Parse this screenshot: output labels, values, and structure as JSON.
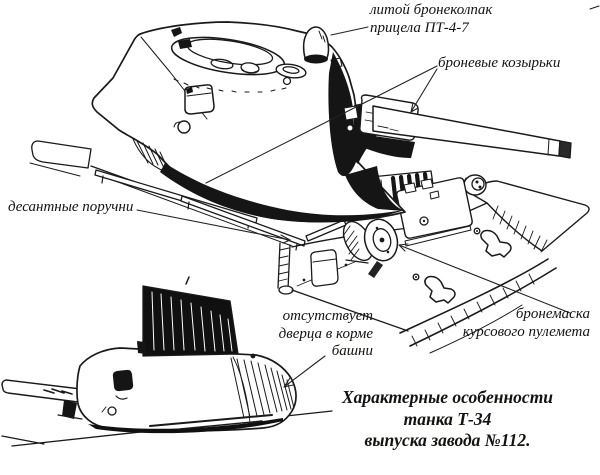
{
  "figure": {
    "background": "#ffffff",
    "ink_color": "#1a1a1a",
    "subject": "T-34 tank factory No.112 features line drawing",
    "labels": {
      "sight_cap": {
        "line1": "литой бронеколпак",
        "line2": "прицела ПТ-4-7"
      },
      "visors": {
        "text": "броневые козырьки"
      },
      "handrails": {
        "text": "десантные поручни"
      },
      "no_rear_door": {
        "line1": "отсутствует",
        "line2": "дверца в корме",
        "line3": "башни"
      },
      "mg_mask": {
        "line1": "бронемаска",
        "line2": "курсового пулемета"
      }
    },
    "caption": {
      "line1": "Характерные особенности",
      "line2": "танка Т-34",
      "line3": "выпуска завода №112."
    }
  }
}
